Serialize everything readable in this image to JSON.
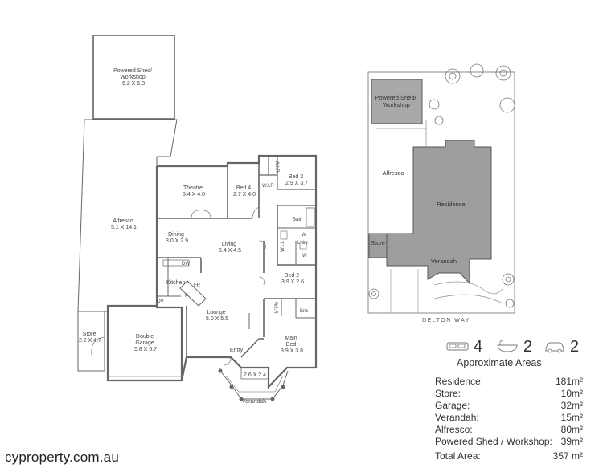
{
  "floorplan": {
    "rooms": [
      {
        "id": "shed",
        "name": "Powered Shed/\nWorkshop",
        "dims": "6.2 X 6.3"
      },
      {
        "id": "alfresco",
        "name": "Alfresco",
        "dims": "5.1 X 14.1"
      },
      {
        "id": "store",
        "name": "Store",
        "dims": "2.2 X 4.7"
      },
      {
        "id": "garage",
        "name": "Double\nGarage",
        "dims": "5.8 X 5.7"
      },
      {
        "id": "theatre",
        "name": "Theatre",
        "dims": "5.4 X 4.0"
      },
      {
        "id": "bed4",
        "name": "Bed 4",
        "dims": "2.7 X 4.0"
      },
      {
        "id": "bed3",
        "name": "Bed 3",
        "dims": "2.9 X 3.7"
      },
      {
        "id": "dining",
        "name": "Dining",
        "dims": "3.0 X 2.9"
      },
      {
        "id": "living",
        "name": "Living",
        "dims": "5.4 X 4.5"
      },
      {
        "id": "bed2",
        "name": "Bed 2",
        "dims": "3.9 X 2.6"
      },
      {
        "id": "lounge",
        "name": "Lounge",
        "dims": "5.0 X 5.5"
      },
      {
        "id": "mainbed",
        "name": "Main\nBed",
        "dims": "3.9 X 3.8"
      },
      {
        "id": "verandah-dims",
        "name": "",
        "dims": "2.6 X 2.4"
      }
    ],
    "small_labels": {
      "kitchen": "Kitchen",
      "entry": "Entry",
      "verandah": "Verandah",
      "bath": "Bath",
      "laundry": "L'dry",
      "ens": "Ens",
      "wir": "W.I.R",
      "wir_lower": "W.I.R",
      "wir_bed4": "W.I.R",
      "wil": "W.I.L",
      "dw": "DW",
      "fr": "FR",
      "pantry": "P",
      "ov": "OV",
      "wc": "W",
      "wc2": "W"
    }
  },
  "siteplan": {
    "labels": {
      "shed": "Powered Shed/\nWorkshop",
      "alfresco": "Alfresco",
      "residence": "Residence",
      "store": "Store",
      "verandah": "Verandah"
    },
    "street": "DELTON WAY"
  },
  "features": {
    "bedrooms": "4",
    "bathrooms": "2",
    "garage_spaces": "2"
  },
  "areas": {
    "title": "Approximate Areas",
    "rows": [
      {
        "label": "Residence:",
        "value": "181m²"
      },
      {
        "label": "Store:",
        "value": "10m²"
      },
      {
        "label": "Garage:",
        "value": "32m²"
      },
      {
        "label": "Verandah:",
        "value": "15m²"
      },
      {
        "label": "Alfresco:",
        "value": "80m²"
      },
      {
        "label": "Powered Shed / Workshop:",
        "value": "39m²"
      }
    ],
    "total_label": "Total Area:",
    "total_value": "357 m²"
  },
  "brand": "cyproperty.com.au",
  "colors": {
    "building_fill": "#9e9e9e",
    "shed_fill": "#a8a8a8",
    "wall": "#555555",
    "thin_line": "#888888"
  }
}
